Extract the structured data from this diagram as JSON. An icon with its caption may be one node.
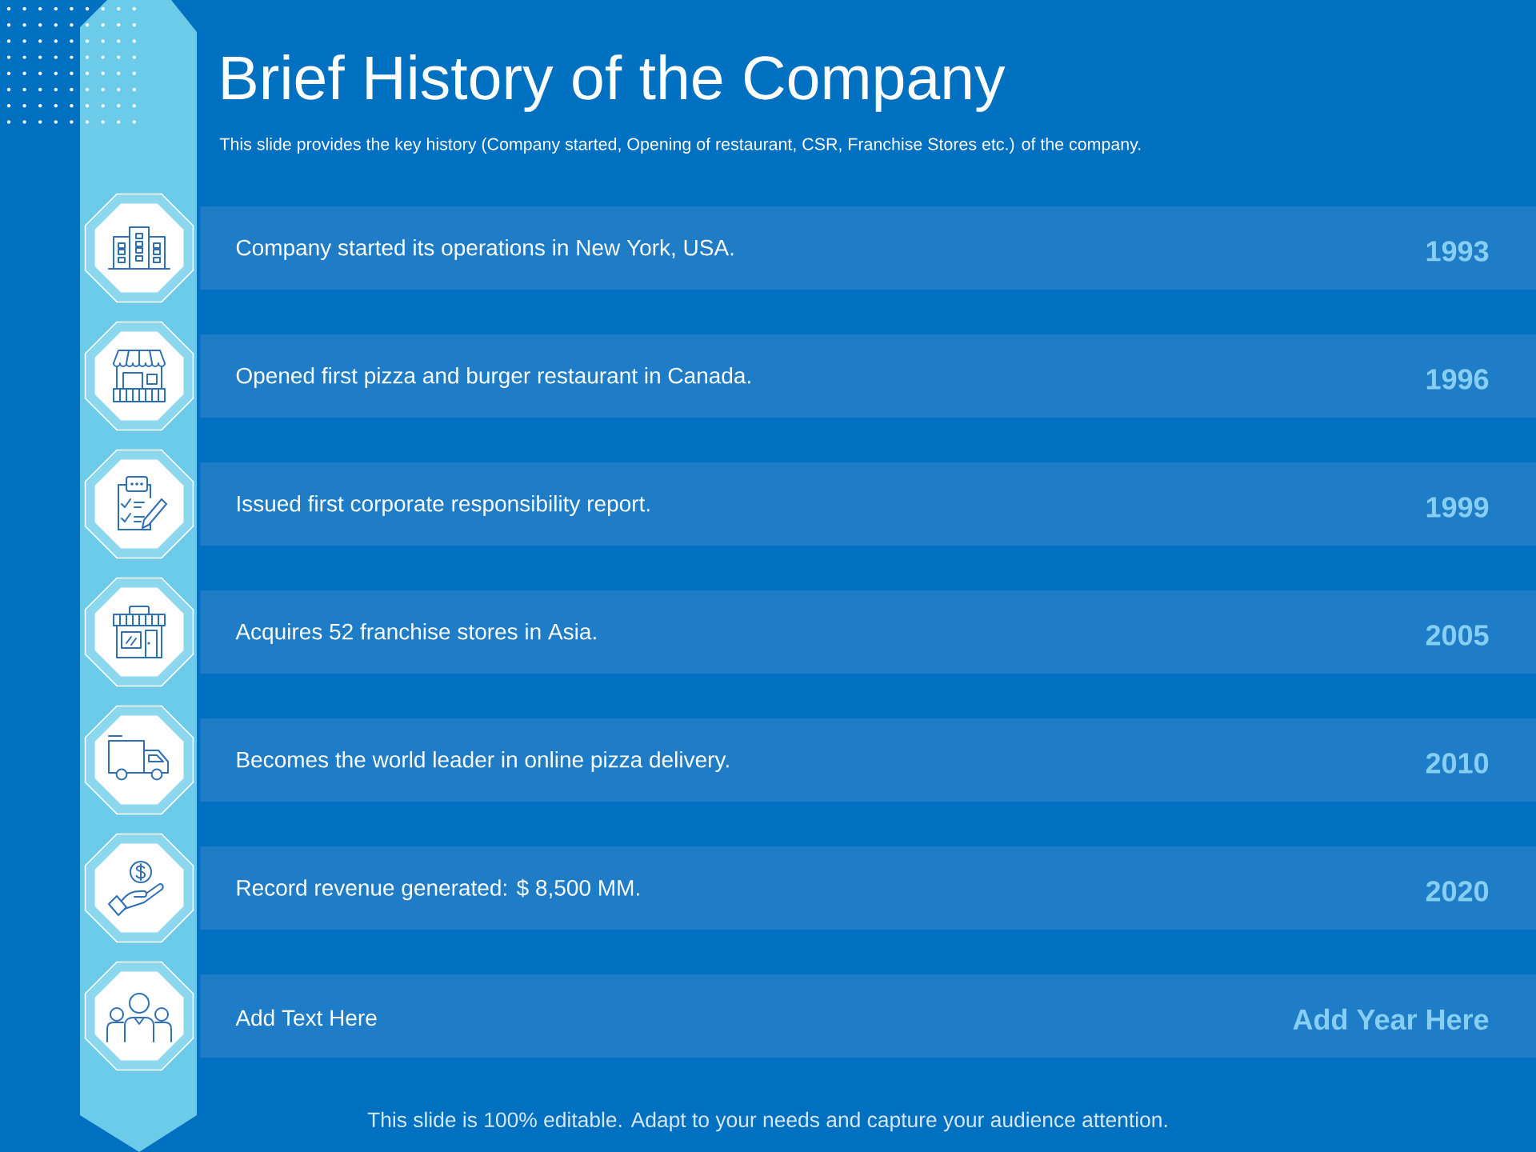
{
  "diagram": {
    "title": "Brief History of the Company",
    "nodes": [
      {
        "text": [
          "Company started its operations in New York, USA.",
          "1993"
        ]
      },
      {
        "text": [
          "Opened first pizza and burger restaurant in Canada.",
          "1996"
        ]
      },
      {
        "text": [
          "Issued first corporate responsibility report.",
          "1999"
        ]
      },
      {
        "text": [
          "Acquires 52 franchise stores in Asia.",
          "2005"
        ]
      },
      {
        "text": [
          "Becomes the world leader in online pizza delivery.",
          "2010"
        ]
      },
      {
        "text": [
          "Record revenue generated: $ 8,500 MM.",
          "2020"
        ]
      },
      {
        "text": [
          "Add Text Here",
          "Add Year Here"
        ]
      }
    ],
    "labels": [
      "This slide provides the key history (Company started, Opening of restaurant, CSR, Franchise Stores etc.) of the company.",
      "This slide is 100% editable. Adapt to your needs and capture your audience attention."
    ]
  }
}
